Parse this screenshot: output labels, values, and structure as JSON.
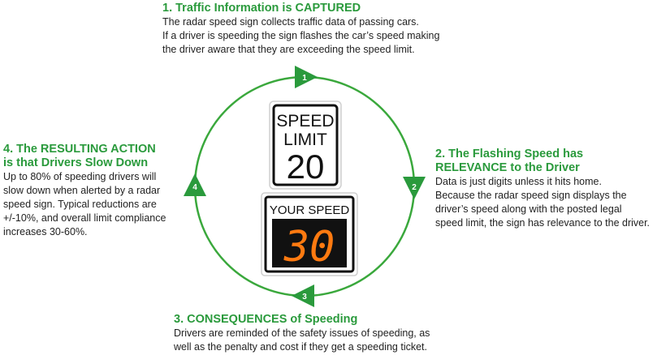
{
  "colors": {
    "accent": "#2a9a3c",
    "cycle": "#3aa83c",
    "led": "#ff7a10"
  },
  "steps": [
    {
      "number": "1",
      "title_lines": [
        "1. Traffic Information is CAPTURED"
      ],
      "body_lines": [
        "The radar speed sign collects traffic data of passing cars.",
        "If a driver is speeding the sign flashes the car’s speed making",
        "the driver aware that they are exceeding the speed limit."
      ]
    },
    {
      "number": "2",
      "title_lines": [
        "2. The Flashing Speed has",
        "RELEVANCE to the Driver"
      ],
      "body_lines": [
        "Data is just digits unless it hits home.",
        "Because the radar speed sign displays the",
        "driver’s speed along with the posted legal",
        "speed limit, the sign has relevance to the driver."
      ]
    },
    {
      "number": "3",
      "title_lines": [
        "3. CONSEQUENCES of Speeding"
      ],
      "body_lines": [
        "Drivers are reminded of the safety issues of speeding, as",
        "well as the penalty and cost if they get a speeding ticket."
      ]
    },
    {
      "number": "4",
      "title_lines": [
        "4. The RESULTING ACTION",
        "is that Drivers Slow Down"
      ],
      "body_lines": [
        "Up to 80% of speeding drivers will",
        "slow down when alerted by a radar",
        "speed sign. Typical reductions are",
        "+/-10%, and overall limit compliance",
        "increases 30-60%."
      ]
    }
  ],
  "speed_limit_sign": {
    "line1": "SPEED",
    "line2": "LIMIT",
    "limit": "20"
  },
  "radar_display": {
    "label": "YOUR SPEED",
    "speed": "30"
  }
}
